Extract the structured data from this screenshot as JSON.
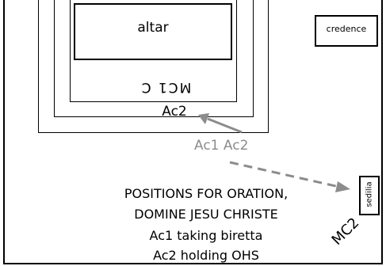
{
  "labels": {
    "altar": "altar",
    "credence": "credence",
    "mc1_rotated": "MC1 C",
    "ac2_at_altar": "Ac2",
    "ac1_ac2_gray": "Ac1 Ac2",
    "sedilia": "sedilia",
    "mc2": "MC2"
  },
  "caption": {
    "line1": "POSITIONS FOR ORATION,",
    "line2": "DOMINE JESU CHRISTE",
    "line3": "Ac1 taking biretta",
    "line4": "Ac2 holding OHS"
  },
  "colors": {
    "ink": "#000000",
    "gray": "#8c8c8c",
    "background": "#ffffff"
  }
}
